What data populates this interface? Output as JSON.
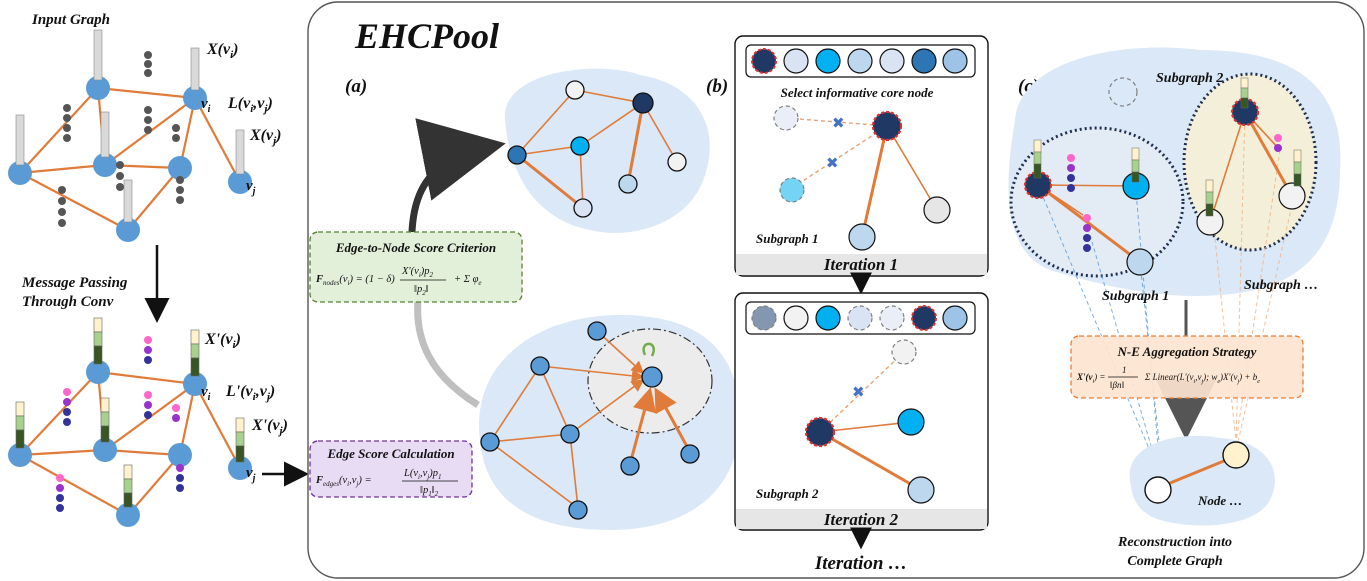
{
  "title": "EHCPool",
  "left": {
    "input_graph_label": "Input Graph",
    "message_passing_line1": "Message Passing",
    "message_passing_line2": "Through Conv",
    "x_vi": "X(v",
    "x_vi_sub": "i",
    "l_vij": "L(v",
    "l_vij_mid": ",v",
    "x_vj": "X(v",
    "x_vj_sub": "j",
    "node_vi": "v",
    "node_vi_sub": "i",
    "node_vj": "v",
    "node_vj_sub": "j",
    "xprime_vi": "X'(v",
    "lprime_vij": "L'(v",
    "xprime_vj": "X'(v"
  },
  "panel_a": {
    "label": "(a)",
    "edge_to_node_title": "Edge-to-Node Score Criterion",
    "edge_to_node_formula": "F_nodes(v_i) = (1 − δ) X'(v_i)p_2 / ‖p_2‖ + Σ_{i=1}^{Ne(v_i)} φ_{e_i}",
    "edge_score_title": "Edge Score Calculation",
    "edge_score_formula": "F_edges(v_i, v_j) = L(v_i, v_j)p_1 / ‖p_1‖_2"
  },
  "panel_b": {
    "label": "(b)",
    "select_text": "Select informative core node",
    "subgraph1": "Subgraph 1",
    "iteration1": "Iteration 1",
    "subgraph2": "Subgraph 2",
    "iteration2": "Iteration 2",
    "iteration_more": "Iteration …"
  },
  "panel_c": {
    "label": "(c)",
    "subgraph2": "Subgraph 2",
    "subgraph1": "Subgraph 1",
    "subgraph_more": "Subgraph …",
    "ne_title": "N-E Aggregation Strategy",
    "ne_formula": "X'(v_i) = 1/‖βn‖ Σ Linear(L'(v_i,v_j); w_e) X'(v_j) + b_e",
    "node_more": "Node …",
    "recon_line1": "Reconstruction into",
    "recon_line2": "Complete Graph"
  },
  "colors": {
    "edge": "#e07b39",
    "node_blue": "#5b9bd5",
    "node_dark": "#1f3864",
    "node_cyan": "#00b0f0",
    "node_light": "#bdd7ee",
    "blob": "#dbe8f7",
    "red_dash": "#e03030",
    "green_box": "#e2efd9",
    "purple_box": "#e8dcf5",
    "orange_box": "#fde4cf"
  }
}
